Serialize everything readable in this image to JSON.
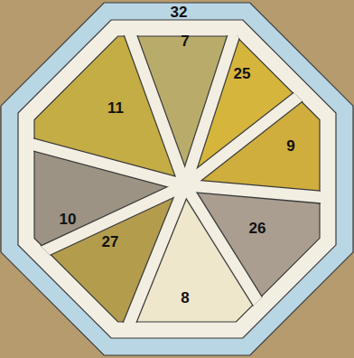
{
  "diagram": {
    "labels": [
      "32",
      "7",
      "11",
      "25",
      "9",
      "10",
      "27",
      "26",
      "8"
    ]
  }
}
